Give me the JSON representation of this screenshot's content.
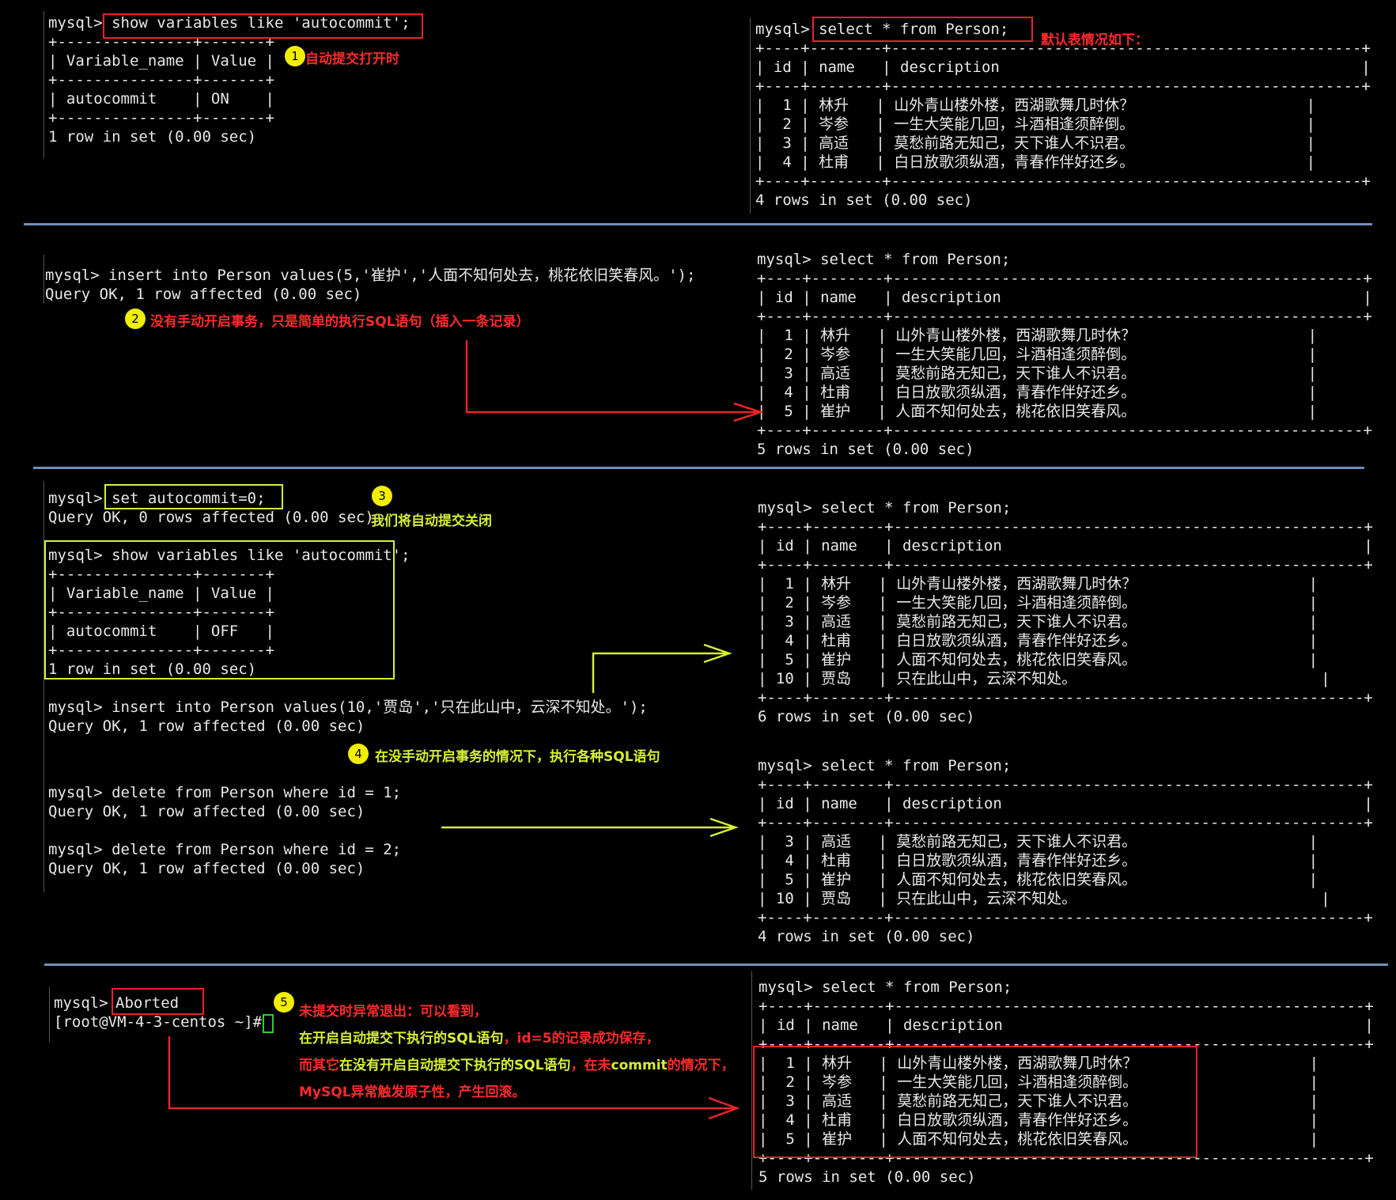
{
  "panel1": {
    "left": "mysql> show variables like 'autocommit';\n+---------------+-------+\n| Variable_name | Value |\n+---------------+-------+\n| autocommit    | ON    |\n+---------------+-------+\n1 row in set (0.00 sec)",
    "right": "mysql> select * from Person;\n+----+--------+----------------------------------------------------+\n| id | name   | description                                        |\n+----+--------+----------------------------------------------------+\n|  1 | 林升   | 山外青山楼外楼，西湖歌舞几时休？                   |\n|  2 | 岑参   | 一生大笑能几回，斗酒相逢须醉倒。                   |\n|  3 | 高适   | 莫愁前路无知己，天下谁人不识君。                   |\n|  4 | 杜甫   | 白日放歌须纵酒，青春作伴好还乡。                   |\n+----+--------+----------------------------------------------------+\n4 rows in set (0.00 sec)",
    "note1": "自动提交打开时",
    "note_default": "默认表情况如下：",
    "badge": "1"
  },
  "panel2": {
    "left": "mysql> insert into Person values(5,'崔护','人面不知何处去，桃花依旧笑春风。');\nQuery OK, 1 row affected (0.00 sec)",
    "right": "mysql> select * from Person;\n+----+--------+----------------------------------------------------+\n| id | name   | description                                        |\n+----+--------+----------------------------------------------------+\n|  1 | 林升   | 山外青山楼外楼，西湖歌舞几时休？                   |\n|  2 | 岑参   | 一生大笑能几回，斗酒相逢须醉倒。                   |\n|  3 | 高适   | 莫愁前路无知己，天下谁人不识君。                   |\n|  4 | 杜甫   | 白日放歌须纵酒，青春作伴好还乡。                   |\n|  5 | 崔护   | 人面不知何处去，桃花依旧笑春风。                   |\n+----+--------+----------------------------------------------------+\n5 rows in set (0.00 sec)",
    "note": "没有手动开启事务，只是简单的执行SQL语句（插入一条记录）",
    "badge": "2"
  },
  "panel3": {
    "left_a": "mysql> set autocommit=0;\nQuery OK, 0 rows affected (0.00 sec)",
    "left_b": "mysql> show variables like 'autocommit';\n+---------------+-------+\n| Variable_name | Value |\n+---------------+-------+\n| autocommit    | OFF   |\n+---------------+-------+\n1 row in set (0.00 sec)",
    "left_c": "mysql> insert into Person values(10,'贾岛','只在此山中，云深不知处。');\nQuery OK, 1 row affected (0.00 sec)",
    "left_d": "mysql> delete from Person where id = 1;\nQuery OK, 1 row affected (0.00 sec)\n\nmysql> delete from Person where id = 2;\nQuery OK, 1 row affected (0.00 sec)",
    "right_a": "mysql> select * from Person;\n+----+--------+----------------------------------------------------+\n| id | name   | description                                        |\n+----+--------+----------------------------------------------------+\n|  1 | 林升   | 山外青山楼外楼，西湖歌舞几时休？                   |\n|  2 | 岑参   | 一生大笑能几回，斗酒相逢须醉倒。                   |\n|  3 | 高适   | 莫愁前路无知己，天下谁人不识君。                   |\n|  4 | 杜甫   | 白日放歌须纵酒，青春作伴好还乡。                   |\n|  5 | 崔护   | 人面不知何处去，桃花依旧笑春风。                   |\n| 10 | 贾岛   | 只在此山中，云深不知处。                           |\n+----+--------+----------------------------------------------------+\n6 rows in set (0.00 sec)",
    "right_b": "mysql> select * from Person;\n+----+--------+----------------------------------------------------+\n| id | name   | description                                        |\n+----+--------+----------------------------------------------------+\n|  3 | 高适   | 莫愁前路无知己，天下谁人不识君。                   |\n|  4 | 杜甫   | 白日放歌须纵酒，青春作伴好还乡。                   |\n|  5 | 崔护   | 人面不知何处去，桃花依旧笑春风。                   |\n| 10 | 贾岛   | 只在此山中，云深不知处。                           |\n+----+--------+----------------------------------------------------+\n4 rows in set (0.00 sec)",
    "note3": "我们将自动提交关闭",
    "note4": "在没手动开启事务的情况下，执行各种SQL语句",
    "badge3": "3",
    "badge4": "4"
  },
  "panel4": {
    "prompt": "mysql>",
    "aborted": "Aborted",
    "shell": "[root@VM-4-3-centos ~]#",
    "right": "mysql> select * from Person;\n+----+--------+----------------------------------------------------+\n| id | name   | description                                        |\n+----+--------+----------------------------------------------------+\n|  1 | 林升   | 山外青山楼外楼，西湖歌舞几时休？                   |\n|  2 | 岑参   | 一生大笑能几回，斗酒相逢须醉倒。                   |\n|  3 | 高适   | 莫愁前路无知己，天下谁人不识君。                   |\n|  4 | 杜甫   | 白日放歌须纵酒，青春作伴好还乡。                   |\n|  5 | 崔护   | 人面不知何处去，桃花依旧笑春风。                   |\n+----+--------+----------------------------------------------------+\n5 rows in set (0.00 sec)",
    "badge": "5",
    "note_l1": "未提交时异常退出：可以看到，",
    "note_l2a": "在开启自动提交下执行的SQL语句",
    "note_l2b": "，id=5的记录成功保存，",
    "note_l3a": "而其它",
    "note_l3b": "在没有开启自动提交下执行的SQL语句",
    "note_l3c": "，在未",
    "note_l3d": "commit",
    "note_l3e": "的情况下，",
    "note_l4": "MySQL异常触发原子性，产生回滚。"
  },
  "colors": {
    "red": "#e8232a",
    "green": "#d8f031",
    "badge": "#f2ee00",
    "separator": "#6f8fb8"
  }
}
